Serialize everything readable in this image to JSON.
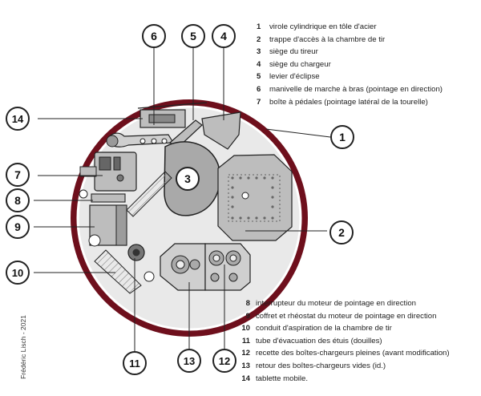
{
  "callouts": {
    "c1": "1",
    "c2": "2",
    "c3": "3",
    "c4": "4",
    "c5": "5",
    "c6": "6",
    "c7": "7",
    "c8": "8",
    "c9": "9",
    "c10": "10",
    "c11": "11",
    "c12": "12",
    "c13": "13",
    "c14": "14"
  },
  "legend_top": [
    {
      "num": "1",
      "text": "virole cylindrique en tôle d'acier"
    },
    {
      "num": "2",
      "text": "trappe d'accès à la chambre de tir"
    },
    {
      "num": "3",
      "text": "siège du tireur"
    },
    {
      "num": "4",
      "text": "siège du chargeur"
    },
    {
      "num": "5",
      "text": "levier d'éclipse"
    },
    {
      "num": "6",
      "text": "manivelle de marche à bras (pointage en direction)"
    },
    {
      "num": "7",
      "text": "boîte à pédales (pointage latéral de la tourelle)"
    }
  ],
  "legend_bottom": [
    {
      "num": "8",
      "text": "interrupteur du moteur de pointage en direction"
    },
    {
      "num": "9",
      "text": "coffret et rhéostat du moteur de pointage en direction"
    },
    {
      "num": "10",
      "text": "conduit d'aspiration de la chambre de tir"
    },
    {
      "num": "11",
      "text": "tube d'évacuation des étuis (douilles)"
    },
    {
      "num": "12",
      "text": "recette des boîtes-chargeurs pleines (avant modification)"
    },
    {
      "num": "13",
      "text": "retour des boîtes-chargeurs vides (id.)"
    },
    {
      "num": "14",
      "text": "tablette mobile."
    }
  ],
  "credit": "Frédéric Lisch - 2021",
  "colors": {
    "ring": "#6e0f1c",
    "floor": "#e9e9e9",
    "device_fill": "#bdbdbd",
    "outline": "#222222",
    "callout_stroke": "#222222"
  }
}
